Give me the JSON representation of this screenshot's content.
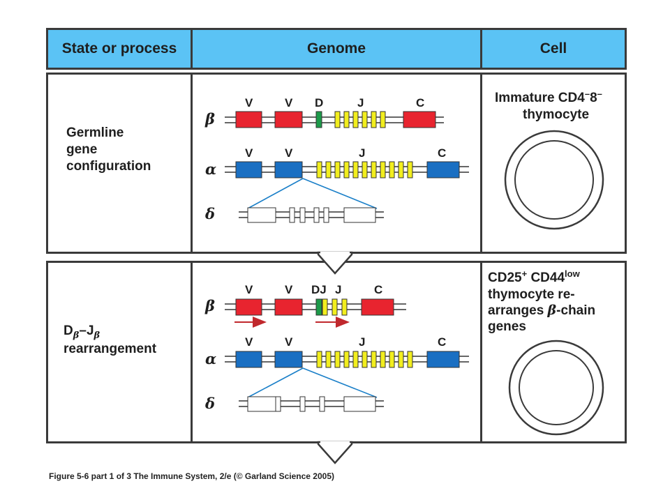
{
  "header": {
    "state_or_process": "State or process",
    "genome": "Genome",
    "cell": "Cell"
  },
  "rows": [
    {
      "state_lines": [
        "Germline",
        "gene",
        "configuration"
      ],
      "cell_text": {
        "line1_prefix": "Immature CD4",
        "line1_sup1": "–",
        "line1_mid": "8",
        "line1_sup2": "–",
        "line2": "thymocyte"
      },
      "genome": {
        "beta": {
          "greek": "β",
          "labels": [
            "V",
            "V",
            "D",
            "J",
            "C"
          ]
        },
        "alpha": {
          "greek": "α",
          "labels": [
            "V",
            "V",
            "J",
            "C"
          ]
        },
        "delta": {
          "greek": "δ"
        }
      }
    },
    {
      "state_lines": {
        "line1_prefix": "D",
        "line1_sub1": "β",
        "line1_mid": "–J",
        "line1_sub2": "β",
        "line2": "rearrangement"
      },
      "cell_text": {
        "line1_prefix": "CD25",
        "line1_sup1": "+",
        "line1_mid": " CD44",
        "line1_sup2": "low",
        "line2": "thymocyte re-",
        "line3_prefix": "arranges ",
        "line3_greek": "β",
        "line3_suffix": "-chain",
        "line4": "genes"
      },
      "genome": {
        "beta": {
          "greek": "β",
          "labels": [
            "V",
            "V",
            "DJ",
            "J",
            "C"
          ]
        },
        "alpha": {
          "greek": "α",
          "labels": [
            "V",
            "V",
            "J",
            "C"
          ]
        },
        "delta": {
          "greek": "δ"
        }
      }
    }
  ],
  "colors": {
    "header_bg": "#5bc3f5",
    "v_beta": "#e8242f",
    "v_alpha": "#1a6fc2",
    "d_segment": "#1c9a4a",
    "j_segment": "#f2ee1e",
    "connector_line": "#1a7fc8",
    "arrow": "#c0282d"
  },
  "caption": "Figure 5-6 part 1 of 3  The Immune System, 2/e (© Garland Science 2005)"
}
